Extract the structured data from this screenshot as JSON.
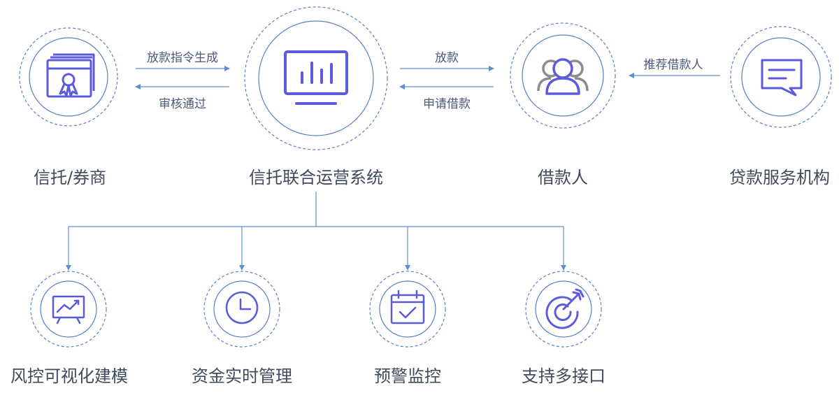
{
  "colors": {
    "accent": "#5b5bdc",
    "line": "#5b8fd1",
    "ring": "#5b7fc4",
    "text": "#3f4a5c",
    "icon_gray": "#8c8c8c"
  },
  "nodes": {
    "trust": {
      "label": "信托/券商",
      "icon": "certificate-icon"
    },
    "system": {
      "label": "信托联合运营系统",
      "icon": "monitor-chart-icon"
    },
    "borrower": {
      "label": "借款人",
      "icon": "users-icon"
    },
    "agency": {
      "label": "贷款服务机构",
      "icon": "message-icon"
    }
  },
  "edges": {
    "instruction": "放款指令生成",
    "approved": "审核通过",
    "loan": "放款",
    "apply": "申请借款",
    "recommend": "推荐借款人"
  },
  "features": [
    {
      "label": "风控可视化建模",
      "icon": "presentation-chart-icon"
    },
    {
      "label": "资金实时管理",
      "icon": "clock-icon"
    },
    {
      "label": "预警监控",
      "icon": "calendar-check-icon"
    },
    {
      "label": "支持多接口",
      "icon": "target-arrow-icon"
    }
  ]
}
